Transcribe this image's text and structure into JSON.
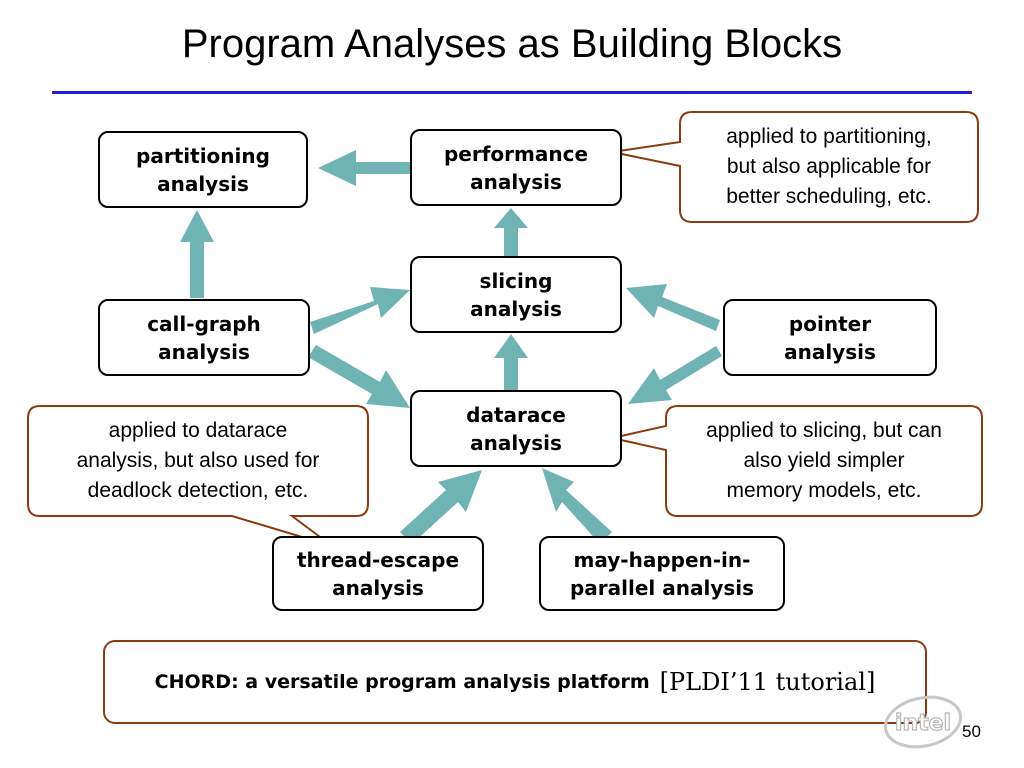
{
  "slide": {
    "title": "Program Analyses as Building Blocks",
    "page_number": "50"
  },
  "nodes": {
    "partitioning": "partitioning\nanalysis",
    "performance": "performance\nanalysis",
    "slicing": "slicing\nanalysis",
    "call_graph": "call-graph\nanalysis",
    "pointer": "pointer\nanalysis",
    "datarace": "datarace\nanalysis",
    "thread_escape": "thread-escape\nanalysis",
    "mhp": "may-happen-in-\nparallel analysis"
  },
  "notes": {
    "performance_note": "applied to partitioning,\nbut also applicable for\nbetter scheduling, etc.",
    "thread_escape_note": "applied to datarace\nanalysis, but also used for\ndeadlock detection, etc.",
    "datarace_note": "applied to slicing, but can\nalso yield simpler\nmemory models, etc."
  },
  "footer": {
    "platform": "CHORD: a versatile program analysis platform",
    "reference": "[PLDI’11 tutorial]"
  },
  "logo": {
    "text": "intel",
    "icon": "intel-logo-icon"
  },
  "colors": {
    "arrow": "#6fb3b3",
    "callout_border": "#8b3a12",
    "title_rule": "#1f1fd8"
  }
}
